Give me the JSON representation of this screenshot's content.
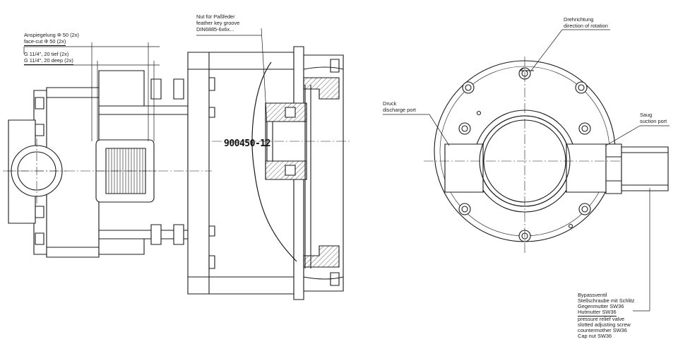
{
  "part_number": "900450-12",
  "labels": {
    "face_cut_de": "Anspiegelung Φ 50  (2x)",
    "face_cut_en": "face-cut Φ 50 (2x)",
    "thread_de": "G 11/4\", 20 tief (2x)",
    "thread_en": "G 11/4\", 20 deep (2x)",
    "key_de": "Nut für Paßfeder",
    "key_en": "feather key groove",
    "key_std": "DIN6885-6x6x...",
    "rotation_de": "Drehrichtung",
    "rotation_en": "direction of rotation",
    "discharge_de": "Druck",
    "discharge_en": "discharge port",
    "suction_de": "Saug",
    "suction_en": "suction port",
    "valve_de_1": "Bypassventil",
    "valve_de_2": "Stellschraube mit Schlitz",
    "valve_de_3": "Gegenmutter SW36",
    "valve_de_4": "Hutmutter SW36",
    "valve_en_1": "pressure relief valve",
    "valve_en_2": "slotted adjusting screw",
    "valve_en_3": "countermother SW36",
    "valve_en_4": "Cap nut SW36"
  },
  "colors": {
    "line": "#1a1a1a",
    "background": "#ffffff"
  }
}
